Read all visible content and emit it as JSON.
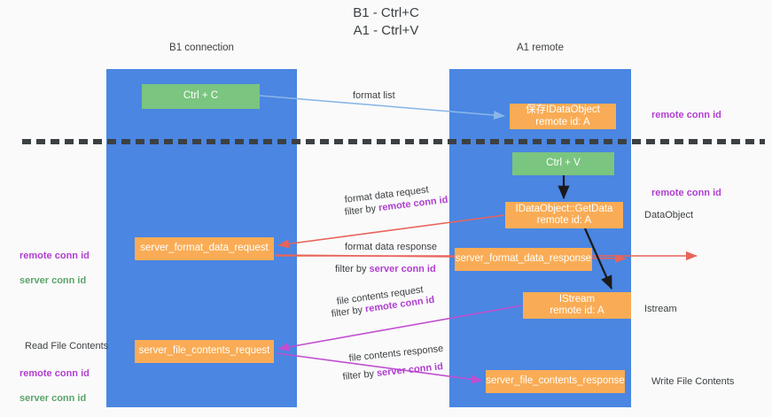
{
  "title": {
    "line1": "B1 - Ctrl+C",
    "line2": "A1 - Ctrl+V"
  },
  "columns": [
    {
      "name": "B1",
      "sub": "connection",
      "label": "B1\nconnection"
    },
    {
      "name": "A1",
      "sub": "remote",
      "label": "A1\nremote"
    }
  ],
  "colors": {
    "lane": "#4a86e2",
    "green_box": "#7ac57f",
    "orange_box": "#f9ac55",
    "remote_conn_id": "#b03fd0",
    "server_conn_id": "#5aa469",
    "arrow_format_list": "#8ab6e8",
    "arrow_format_data": "#e8645a",
    "arrow_file_contents": "#c04fd0",
    "arrow_black": "#1a1a1a",
    "divider": "#3c4043",
    "background": "#fafafa"
  },
  "boxes": {
    "ctrl_c": "Ctrl + C",
    "save_idataobject": "保存IDataObject\nremote id: A",
    "ctrl_v": "Ctrl + V",
    "getdata": "IDataObject::GetData\nremote id: A",
    "server_format_data_request": "server_format_data_request",
    "server_format_data_response": "server_format_data_response",
    "istream": "IStream\nremote id: A",
    "server_file_contents_request": "server_file_contents_request",
    "server_file_contents_response": "server_file_contents_response"
  },
  "edge_labels": {
    "format_list": "format list",
    "format_data_request": "format data request",
    "format_data_request_filter_prefix": "filter by ",
    "format_data_request_filter_key": "remote conn id",
    "format_data_response": "format data response",
    "format_data_response_filter_prefix": "filter by ",
    "format_data_response_filter_key": "server conn id",
    "file_contents_request": "file contents request",
    "file_contents_request_filter_prefix": "filter by ",
    "file_contents_request_filter_key": "remote conn id",
    "file_contents_response": "file contents response",
    "file_contents_response_filter_prefix": "filter by ",
    "file_contents_response_filter_key": "server conn id"
  },
  "annotations": {
    "remote_conn_id": "remote conn id",
    "server_conn_id": "server conn id",
    "dataobject": "DataObject",
    "istream": "Istream",
    "read_file_contents": "Read File Contents",
    "write_file_contents": "Write File Contents"
  }
}
